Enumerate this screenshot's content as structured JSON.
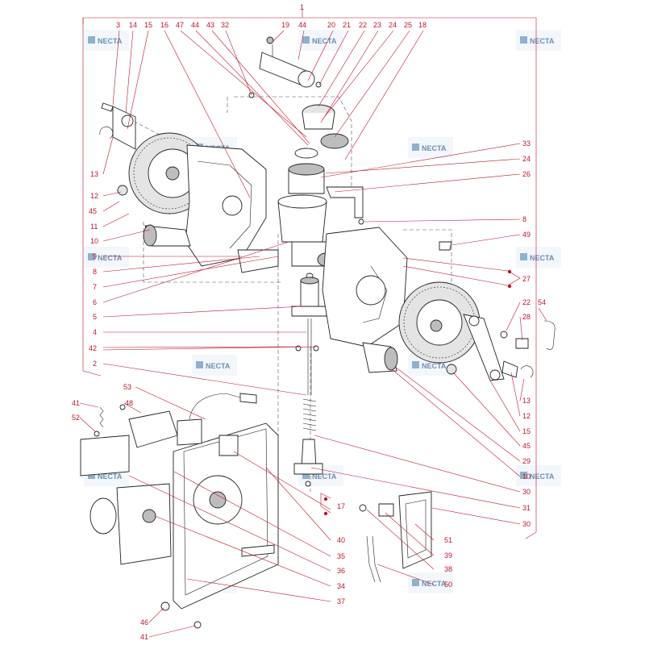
{
  "brand": {
    "watermark": "NECTA",
    "accent_color": "#c0152a",
    "watermark_color": "#6a8fb5"
  },
  "callouts": {
    "top": [
      {
        "id": "t1",
        "text": "1"
      },
      {
        "id": "t3",
        "text": "3"
      },
      {
        "id": "t14",
        "text": "14"
      },
      {
        "id": "t15",
        "text": "15"
      },
      {
        "id": "t16",
        "text": "16"
      },
      {
        "id": "t47",
        "text": "47"
      },
      {
        "id": "t44a",
        "text": "44"
      },
      {
        "id": "t43",
        "text": "43"
      },
      {
        "id": "t32",
        "text": "32"
      },
      {
        "id": "t19",
        "text": "19"
      },
      {
        "id": "t44b",
        "text": "44"
      },
      {
        "id": "t20",
        "text": "20"
      },
      {
        "id": "t21",
        "text": "21"
      },
      {
        "id": "t22",
        "text": "22"
      },
      {
        "id": "t23",
        "text": "23"
      },
      {
        "id": "t24",
        "text": "24"
      },
      {
        "id": "t25",
        "text": "25"
      },
      {
        "id": "t18",
        "text": "18"
      }
    ],
    "left": [
      {
        "id": "l13",
        "text": "13"
      },
      {
        "id": "l12",
        "text": "12"
      },
      {
        "id": "l45",
        "text": "45"
      },
      {
        "id": "l11",
        "text": "11"
      },
      {
        "id": "l10",
        "text": "10"
      },
      {
        "id": "l9",
        "text": "9"
      },
      {
        "id": "l8",
        "text": "8"
      },
      {
        "id": "l7",
        "text": "7"
      },
      {
        "id": "l6",
        "text": "6"
      },
      {
        "id": "l5",
        "text": "5"
      },
      {
        "id": "l4",
        "text": "4"
      },
      {
        "id": "l42",
        "text": "42"
      },
      {
        "id": "l2",
        "text": "2"
      }
    ],
    "right": [
      {
        "id": "r33",
        "text": "33"
      },
      {
        "id": "r24",
        "text": "24"
      },
      {
        "id": "r26",
        "text": "26"
      },
      {
        "id": "r8",
        "text": "8"
      },
      {
        "id": "r49",
        "text": "49"
      },
      {
        "id": "r27",
        "text": "27"
      },
      {
        "id": "r22",
        "text": "22"
      },
      {
        "id": "r54",
        "text": "54"
      },
      {
        "id": "r28",
        "text": "28"
      },
      {
        "id": "r13",
        "text": "13"
      },
      {
        "id": "r12",
        "text": "12"
      },
      {
        "id": "r15",
        "text": "15"
      },
      {
        "id": "r45",
        "text": "45"
      },
      {
        "id": "r29",
        "text": "29"
      },
      {
        "id": "r10",
        "text": "10"
      },
      {
        "id": "r30a",
        "text": "30"
      },
      {
        "id": "r31",
        "text": "31"
      },
      {
        "id": "r30b",
        "text": "30"
      }
    ],
    "lower": [
      {
        "id": "b53",
        "text": "53"
      },
      {
        "id": "b41a",
        "text": "41"
      },
      {
        "id": "b48",
        "text": "48"
      },
      {
        "id": "b52",
        "text": "52"
      },
      {
        "id": "b17",
        "text": "17"
      },
      {
        "id": "b40",
        "text": "40"
      },
      {
        "id": "b35",
        "text": "35"
      },
      {
        "id": "b36",
        "text": "36"
      },
      {
        "id": "b34",
        "text": "34"
      },
      {
        "id": "b37",
        "text": "37"
      },
      {
        "id": "b46",
        "text": "46"
      },
      {
        "id": "b41b",
        "text": "41"
      },
      {
        "id": "b51",
        "text": "51"
      },
      {
        "id": "b39",
        "text": "39"
      },
      {
        "id": "b38",
        "text": "38"
      },
      {
        "id": "b50",
        "text": "50"
      }
    ]
  }
}
